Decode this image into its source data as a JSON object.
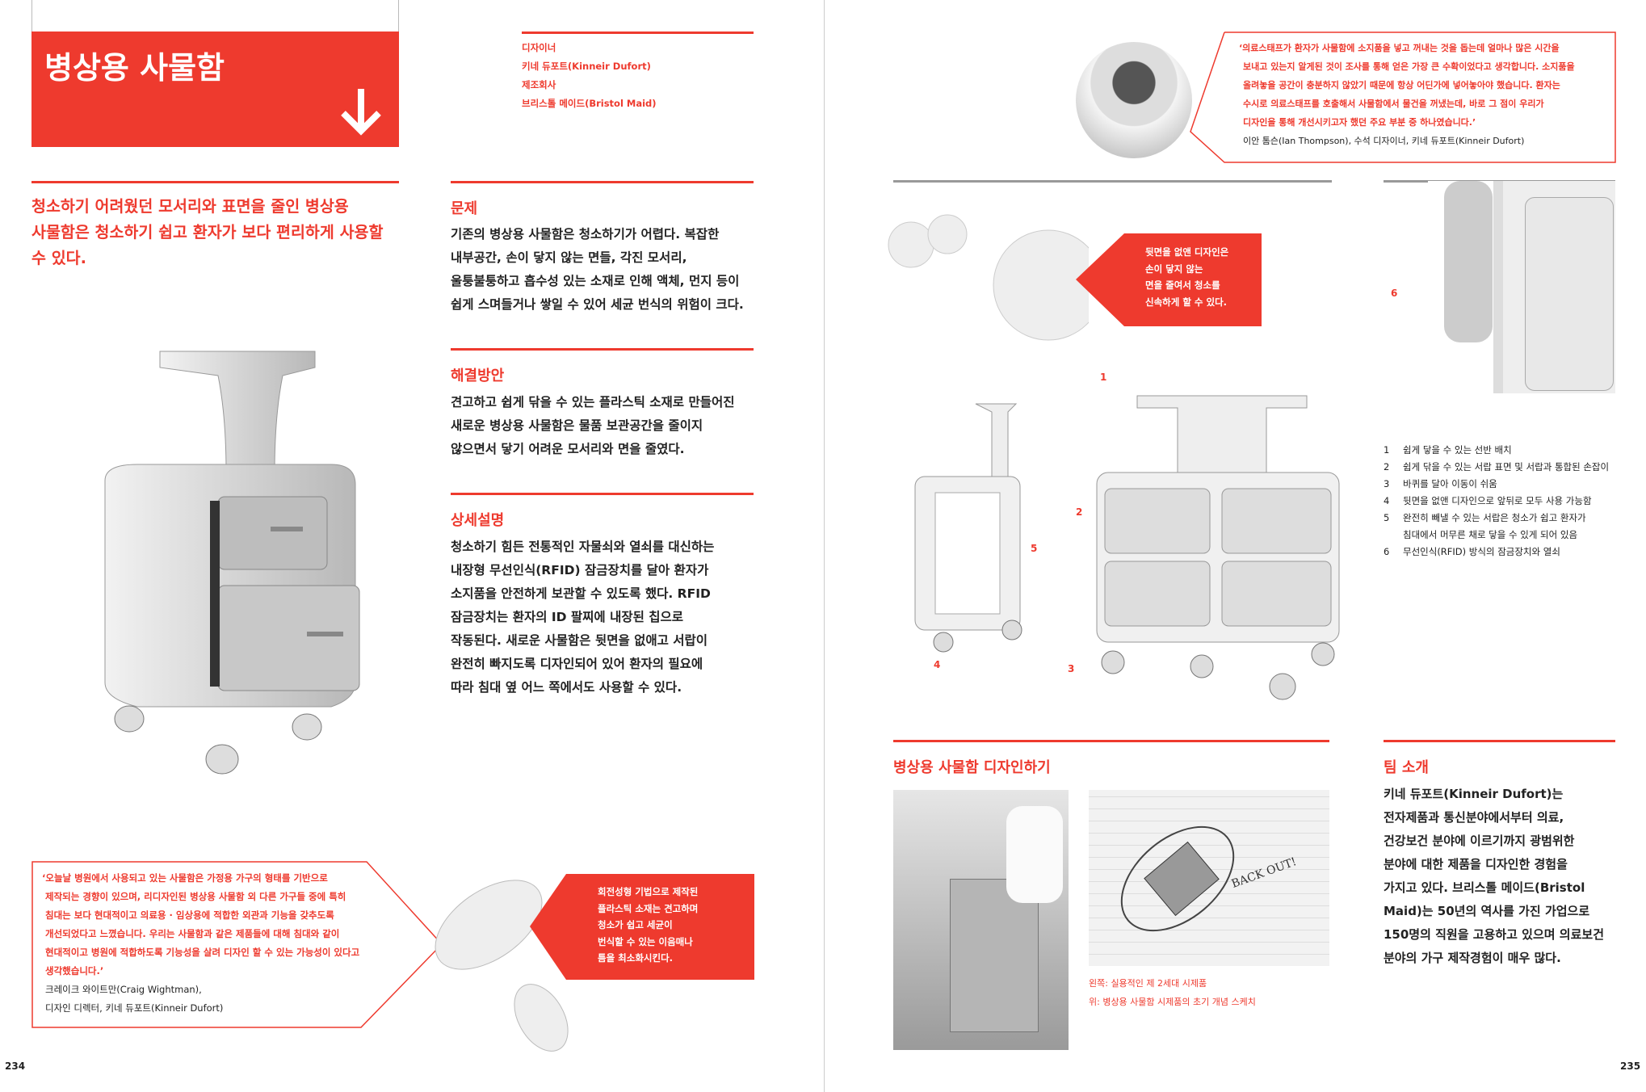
{
  "left_page": {
    "page_number": "234",
    "title": "병상용 사물함",
    "credits": [
      "디자이너",
      "키네 듀포트(Kinneir Dufort)",
      "제조회사",
      "브리스톨 메이드(Bristol Maid)"
    ],
    "lead": [
      "청소하기 어려웠던 모서리와 표면을 줄인 병상용",
      "사물함은 청소하기 쉽고 환자가 보다 편리하게 사용할",
      "수 있다."
    ],
    "sections": [
      {
        "heading": "문제",
        "lines": [
          "기존의 병상용 사물함은 청소하기가 어렵다. 복잡한",
          "내부공간, 손이 닿지 않는 면들, 각진 모서리,",
          "울퉁불퉁하고 흡수성 있는 소재로 인해 액체, 먼지 등이",
          "쉽게 스며들거나 쌓일 수 있어 세균 번식의 위험이 크다."
        ]
      },
      {
        "heading": "해결방안",
        "lines": [
          "견고하고 쉽게 닦을 수 있는 플라스틱 소재로 만들어진",
          "새로운 병상용 사물함은 물품 보관공간을 줄이지",
          "않으면서 닿기 어려운 모서리와 면을 줄였다."
        ]
      },
      {
        "heading": "상세설명",
        "lines": [
          "청소하기 힘든 전통적인 자물쇠와 열쇠를 대신하는",
          "내장형 무선인식(RFID) 잠금장치를 달아 환자가",
          "소지품을 안전하게 보관할 수 있도록 했다. RFID",
          "잠금장치는 환자의 ID 팔찌에 내장된 칩으로",
          "작동된다. 새로운 사물함은 뒷면을 없애고 서랍이",
          "완전히 빠지도록 디자인되어 있어 환자의 필요에",
          "따라 침대 옆 어느 쪽에서도 사용할 수 있다."
        ]
      }
    ],
    "quote": {
      "lines": [
        "‘오늘날 병원에서 사용되고 있는 사물함은 가정용 가구의 형태를 기반으로",
        "제작되는 경향이 있으며, 리디자인된 병상용 사물함 외 다른 가구들 중에 특히",
        "침대는 보다 현대적이고 의료용 · 임상용에 적합한 외관과 기능을 갖추도록",
        "개선되었다고 느꼈습니다. 우리는 사물함과 같은 제품들에 대해 침대와 같이",
        "현대적이고 병원에 적합하도록 기능성을 살려 디자인 할 수 있는 가능성이 있다고",
        "생각했습니다.’"
      ],
      "author": [
        "크레이크 와이트만(Craig Wightman),",
        "디자인 디렉터, 키네 듀포트(Kinneir Dufort)"
      ]
    },
    "callout": [
      "회전성형 기법으로 제작된",
      "플라스틱 소재는 견고하며",
      "청소가 쉽고 세균이",
      "번식할 수 있는 이음매나",
      "틈을 최소화시킨다."
    ]
  },
  "right_page": {
    "page_number": "235",
    "quote": {
      "lines": [
        "‘의료스태프가 환자가 사물함에 소지품을 넣고 꺼내는 것을 돕는데 얼마나 많은 시간을",
        "보내고 있는지 알게된 것이 조사를 통해 얻은 가장 큰 수확이었다고 생각합니다. 소지품을",
        "올려놓을 공간이 충분하지 않았기 때문에 항상 어딘가에 넣어놓아야 했습니다. 환자는",
        "수시로 의료스태프를 호출해서 사물함에서 물건을 꺼냈는데, 바로 그 점이 우리가",
        "디자인을 통해 개선시키고자 했던 주요 부분 중 하나였습니다.’"
      ],
      "author": "이안 톰슨(Ian Thompson), 수석 디자이너, 키네 듀포트(Kinneir Dufort)"
    },
    "callout": [
      "뒷면을 없앤 디자인은",
      "손이 닿지 않는",
      "면을 줄여서 청소를",
      "신속하게 할 수 있다."
    ],
    "figure_labels": [
      "1",
      "2",
      "3",
      "4",
      "5",
      "6"
    ],
    "features": [
      {
        "n": "1",
        "text": "쉽게 닿을 수 있는 선반 배치"
      },
      {
        "n": "2",
        "text": "쉽게 닦을 수 있는 서랍 표면 및 서랍과 통합된 손잡이"
      },
      {
        "n": "3",
        "text": "바퀴를 달아 이동이 쉬움"
      },
      {
        "n": "4",
        "text": "뒷면을 없앤 디자인으로 앞뒤로 모두 사용 가능함"
      },
      {
        "n": "5",
        "text": "완전히 빼낼 수 있는 서랍은 청소가 쉽고 환자가"
      },
      {
        "n": "",
        "text": "침대에서 머무른 채로 닿을 수 있게 되어 있음"
      },
      {
        "n": "6",
        "text": "무선인식(RFID) 방식의 잠금장치와 열쇠"
      }
    ],
    "design_heading": "병상용 사물함 디자인하기",
    "captions": [
      "왼쪽: 실용적인 제 2세대 시제품",
      "위: 병상용 사물함 시제품의 초기 개념 스케치"
    ],
    "sketch_text": "BACK OUT!",
    "team": {
      "heading": "팀 소개",
      "lines": [
        "키네 듀포트(Kinneir Dufort)는",
        "전자제품과 통신분야에서부터 의료,",
        "건강보건 분야에 이르기까지 광범위한",
        "분야에 대한 제품을 디자인한 경험을",
        "가지고 있다.  브리스톨 메이드(Bristol",
        "Maid)는 50년의 역사를 가진 가업으로",
        "150명의 직원을 고용하고 있으며 의료보건",
        "분야의 가구 제작경험이 매우 많다."
      ]
    }
  },
  "colors": {
    "accent": "#ee3a2e",
    "text": "#222222"
  }
}
